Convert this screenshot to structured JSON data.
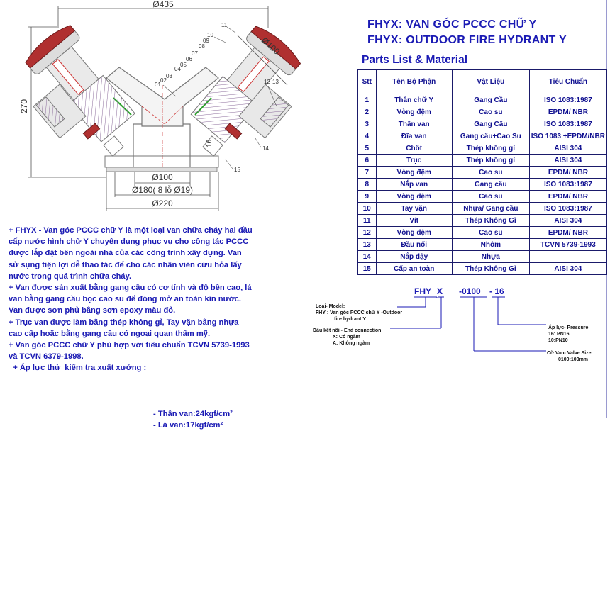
{
  "header": {
    "title_vi": "FHYX: VAN GÓC PCCC CHỮ Y",
    "title_en": "FHYX: OUTDOOR FIRE HYDRANT Y"
  },
  "drawing": {
    "dim_top": "Ø435",
    "dim_height": "270",
    "dim_outlet": "Ø100",
    "dim_base_inner": "Ø100",
    "dim_bolt": "Ø180( 8 lỗ Ø19)",
    "dim_base": "Ø220",
    "dim_small": "16",
    "callouts": [
      "01",
      "02",
      "03",
      "04",
      "05",
      "06",
      "07",
      "08",
      "09",
      "10",
      "11",
      "12",
      "13",
      "14",
      "15"
    ]
  },
  "parts": {
    "title": "Parts List & Material",
    "headers": [
      "Stt",
      "Tên Bộ Phận",
      "Vật Liệu",
      "Tiêu Chuẩn"
    ],
    "rows": [
      [
        "1",
        "Thân chữ Y",
        "Gang Cầu",
        "ISO 1083:1987"
      ],
      [
        "2",
        "Vòng đệm",
        "Cao su",
        "EPDM/ NBR"
      ],
      [
        "3",
        "Thân van",
        "Gang Cầu",
        "ISO 1083:1987"
      ],
      [
        "4",
        "Đĩa van",
        "Gang cầu+Cao Su",
        "ISO 1083 +EPDM/NBR"
      ],
      [
        "5",
        "Chốt",
        "Thép không gỉ",
        "AISI 304"
      ],
      [
        "6",
        "Trục",
        "Thép không gỉ",
        "AISI 304"
      ],
      [
        "7",
        "Vòng đệm",
        "Cao su",
        "EPDM/ NBR"
      ],
      [
        "8",
        "Nắp van",
        "Gang cầu",
        "ISO 1083:1987"
      ],
      [
        "9",
        "Vòng đệm",
        "Cao su",
        "EPDM/ NBR"
      ],
      [
        "10",
        "Tay vặn",
        "Nhựa/ Gang cầu",
        "ISO 1083:1987"
      ],
      [
        "11",
        "Vít",
        "Thép Không Gỉ",
        "AISI 304"
      ],
      [
        "12",
        "Vòng đệm",
        "Cao su",
        "EPDM/ NBR"
      ],
      [
        "13",
        "Đầu nối",
        "Nhôm",
        "TCVN 5739-1993"
      ],
      [
        "14",
        "Nắp đậy",
        "Nhựa",
        ""
      ],
      [
        "15",
        "Cấp an toàn",
        "Thép Không Gỉ",
        "AISI 304"
      ]
    ]
  },
  "model_code": {
    "p1": "FHY",
    "p2": "X",
    "p3": "-0100",
    "p4": "- 16",
    "loai_label": "Loại- Model:",
    "loai_text1": "FHY : Van góc PCCC chữ Y -Outdoor",
    "loai_text2": "fire hydrant Y",
    "dau_label": "Đầu kết nối - End connection",
    "dau_x": "X: Có ngàm",
    "dau_a": "A: Không ngàm",
    "ap_label": "Áp lực- Pressure",
    "ap_16": "16: PN16",
    "ap_10": "10:PN10",
    "co_label": "Cỡ Van- Valve Size:",
    "co_val": "0100:100mm"
  },
  "description": {
    "p1": "+ FHYX - Van góc PCCC chữ Y  là một loại van chữa cháy hai đầu cấp nước hình chữ Y chuyên dụng phục vụ cho công tác PCCC được lắp đặt bên ngoài nhà của các công trình xây dựng. Van sử sụng tiện lợi dễ thao tác để cho các nhân viên cứu hỏa lấy nước trong quá trình chữa cháy.",
    "p2": "+ Van được sản xuất  bằng gang cầu có cơ tính và độ bền cao, lá van bằng gang cầu bọc cao su để đóng mở an toàn kín nước. Van được sơn phủ bằng sơn epoxy màu đỏ.",
    "p3": "+ Trục van được làm bằng thép không gỉ, Tay vặn bằng nhựa cao cấp hoặc bằng gang cầu có ngoại quan thẩm mỹ.",
    "p4": "+ Van góc PCCC chữ Y phù hợp với tiêu chuẩn TCVN 5739-1993 và TCVN 6379-1998.",
    "p5": "  + Áp lực thử  kiểm tra xuất xưởng :",
    "pressure_body": "- Thân van:24kgf/cm²",
    "pressure_disc": "- Lá van:17kgf/cm²"
  },
  "colors": {
    "text_blue": "#1a1ab4",
    "drawing_gray": "#909090",
    "handle_red": "#b03030"
  }
}
